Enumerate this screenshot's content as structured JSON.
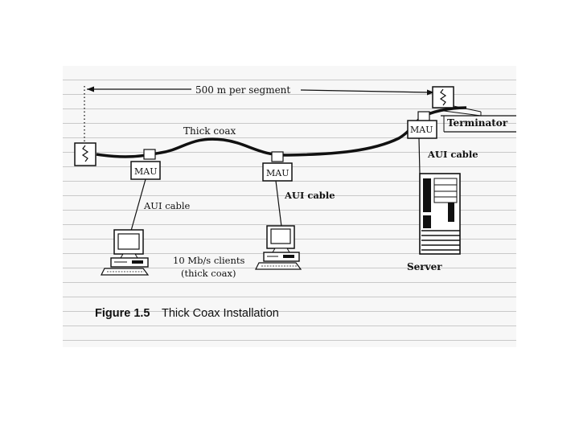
{
  "diagram": {
    "segment_label": "500 m per segment",
    "cable_label": "Thick coax",
    "terminator_label": "Terminator",
    "mau_labels": [
      "MAU",
      "MAU",
      "MAU"
    ],
    "aui_labels": [
      "AUI cable",
      "AUI cable",
      "AUI cable"
    ],
    "clients_label_line1": "10 Mb/s clients",
    "clients_label_line2": "(thick coax)",
    "server_label": "Server"
  },
  "caption": {
    "number": "Figure 1.5",
    "title": "Thick Coax Installation"
  }
}
